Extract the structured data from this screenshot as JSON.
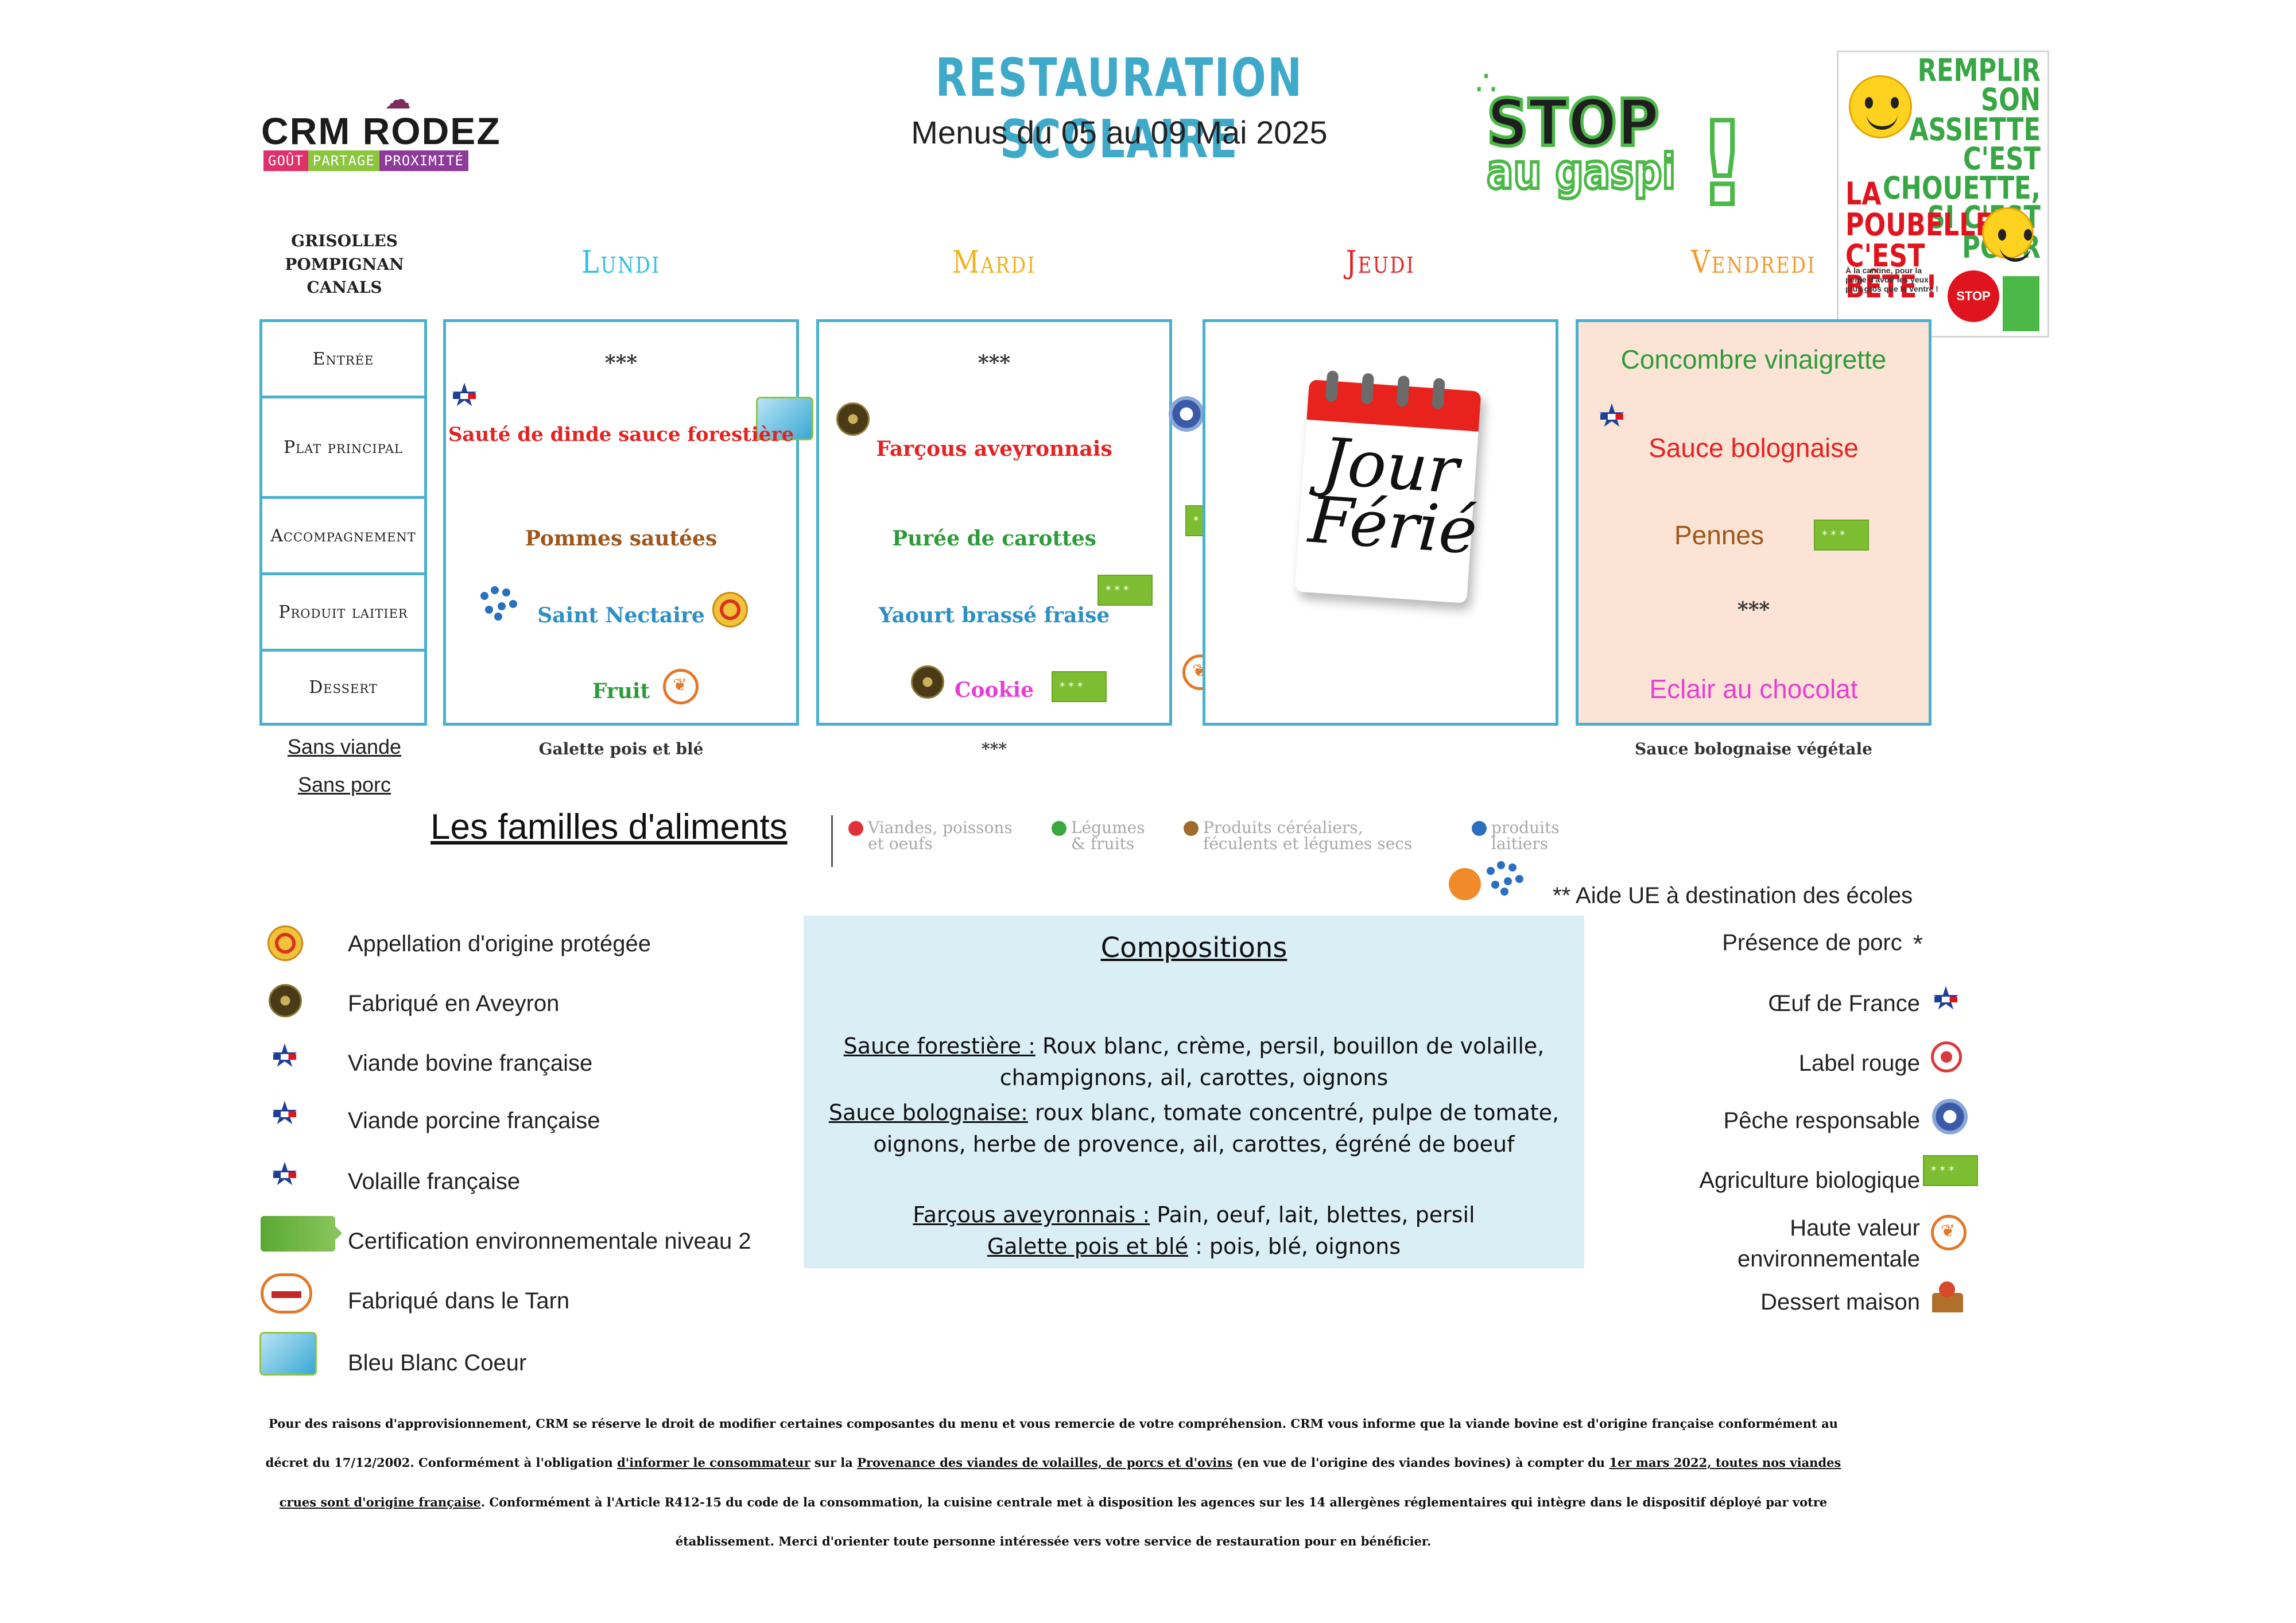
{
  "header": {
    "logo_name": "CRM RODEZ",
    "logo_tags": [
      "GOÛT",
      "PARTAGE",
      "PROXIMITÉ"
    ],
    "title": "RESTAURATION SCOLAIRE",
    "subtitle": "Menus du 05 au 09 Mai 2025",
    "stop_line1": "STOP",
    "stop_line2": "au gaspi",
    "stop_bang": "!",
    "poster_line1": "REMPLIR\nSON\nASSIETTE\nC'EST\nCHOUETTE,\nSI C'EST POUR",
    "poster_line2": "LA POUBELLE\nC'EST\nBÊTE !",
    "poster_small": "À la cantine, pour la peine d'avoir les yeux plus gros que le ventre !",
    "poster_badge": "STOP"
  },
  "schools": [
    "GRISOLLES",
    "POMPIGNAN",
    "CANALS"
  ],
  "categories": [
    "Entrée",
    "Plat principal",
    "Accompagnement",
    "Produit laitier",
    "Dessert"
  ],
  "days": [
    {
      "name": "Lundi",
      "color": "#2fbfe0",
      "items": [
        "***",
        "Sauté de dinde sauce forestière",
        "Pommes sautées",
        "Saint Nectaire",
        "Fruit"
      ],
      "sans_viande": "Galette pois et blé"
    },
    {
      "name": "Mardi",
      "color": "#f2b21c",
      "items": [
        "***",
        "Farçous aveyronnais",
        "Purée de carottes",
        "Yaourt brassé fraise",
        "Cookie"
      ],
      "sans_viande": "***"
    },
    {
      "name": "Jeudi",
      "color": "#e52222",
      "holiday_line1": "Jour",
      "holiday_line2": "Férié"
    },
    {
      "name": "Vendredi",
      "color": "#f39a2e",
      "items": [
        "Concombre vinaigrette",
        "Sauce bolognaise",
        "Pennes",
        "***",
        "Eclair au chocolat"
      ],
      "sans_viande": "Sauce bolognaise végétale"
    }
  ],
  "sub_rows": {
    "sans_viande": "Sans viande",
    "sans_porc": "Sans porc"
  },
  "families": {
    "title": "Les familles d'aliments",
    "items": [
      {
        "line1": "Viandes, poissons",
        "line2": "et oeufs",
        "color": "#e0303a"
      },
      {
        "line1": "Légumes",
        "line2": "& fruits",
        "color": "#3aa83a"
      },
      {
        "line1": "Produits céréaliers,",
        "line2": "féculents et légumes secs",
        "color": "#a06a2a"
      },
      {
        "line1": "produits",
        "line2": "laitiers",
        "color": "#2a6fc0"
      }
    ]
  },
  "ue_note": "** Aide UE à destination des écoles",
  "legend_left": [
    {
      "icon": "aop-icon",
      "label": "Appellation d'origine protégée"
    },
    {
      "icon": "aveyron-icon",
      "label": "Fabriqué en Aveyron"
    },
    {
      "icon": "bovine-flag-icon",
      "label": "Viande bovine française"
    },
    {
      "icon": "porcine-flag-icon",
      "label": "Viande porcine française"
    },
    {
      "icon": "poultry-flag-icon",
      "label": "Volaille française"
    },
    {
      "icon": "certification-icon",
      "label": "Certification environnementale niveau 2"
    },
    {
      "icon": "tarn-icon",
      "label": "Fabriqué dans le Tarn"
    },
    {
      "icon": "bleu-blanc-coeur-icon",
      "label": "Bleu Blanc Coeur"
    }
  ],
  "legend_right": [
    {
      "icon": "asterisk-icon",
      "label": "Présence de porc",
      "symbol": "*"
    },
    {
      "icon": "egg-flag-icon",
      "label": "Œuf de France"
    },
    {
      "icon": "label-rouge-icon",
      "label": "Label rouge"
    },
    {
      "icon": "peche-responsable-icon",
      "label": "Pêche responsable"
    },
    {
      "icon": "bio-icon",
      "label": "Agriculture biologique"
    },
    {
      "icon": "hve-icon",
      "label_line1": "Haute valeur",
      "label_line2": "environnementale"
    },
    {
      "icon": "cake-icon",
      "label": "Dessert maison"
    }
  ],
  "compositions": {
    "title": "Compositions",
    "items": [
      {
        "name": "Sauce forestière :",
        "text_line1": " Roux blanc, crème, persil, bouillon de volaille,",
        "text_line2": "champignons, ail, carottes, oignons"
      },
      {
        "name": "Sauce bolognaise:",
        "text_line1": " roux blanc, tomate concentré, pulpe de tomate,",
        "text_line2": "oignons, herbe de provence, ail, carottes, égréné de boeuf"
      },
      {
        "name": "Farçous aveyronnais :",
        "text_line1": " Pain, oeuf, lait, blettes, persil"
      },
      {
        "name": "Galette pois et blé",
        "text_line1": " : pois, blé, oignons"
      }
    ]
  },
  "footer": {
    "p1": "Pour des raisons d'approvisionnement, CRM se réserve le droit de modifier certaines composantes du menu et vous remercie de votre compréhension. CRM vous informe que la viande bovine est d'origine française conformément au",
    "p2a": "décret du 17/12/2002. Conformément à l'obligation ",
    "p2b": "d'informer le consommateur",
    "p2c": " sur la ",
    "p2d": "Provenance des viandes de volailles, de porcs et d'ovins",
    "p2e": " (en vue de l'origine des viandes bovines) à compter du ",
    "p2f": "1er mars 2022, toutes nos viandes",
    "p3a": "crues sont d'origine française",
    "p3b": ". Conformément à l'Article R412-15 du code de la consommation, la cuisine centrale met à disposition les agences sur les 14 allergènes réglementaires qui intègre dans le dispositif déployé par votre",
    "p4": "établissement. Merci d'orienter toute personne intéressée vers votre service de restauration pour en bénéficier."
  }
}
